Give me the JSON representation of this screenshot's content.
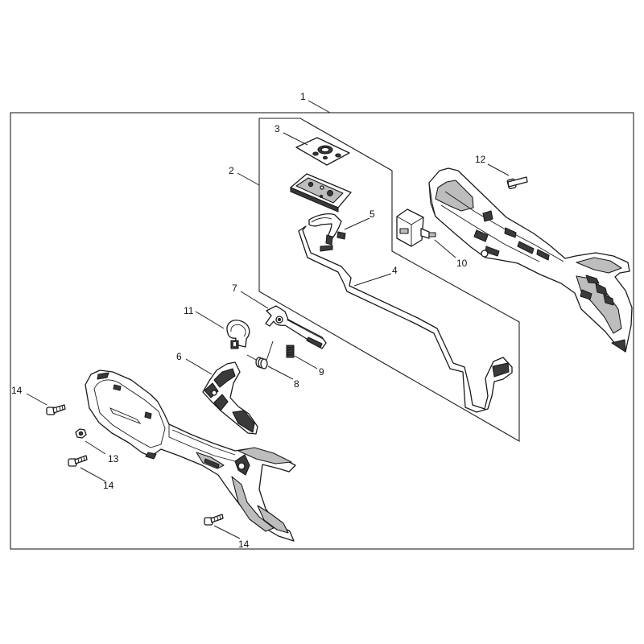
{
  "diagram": {
    "labels": {
      "p1": "1",
      "p2": "2",
      "p3": "3",
      "p4": "4",
      "p5": "5",
      "p6": "6",
      "p7": "7",
      "p8": "8",
      "p9": "9",
      "p10": "10",
      "p11": "11",
      "p12": "12",
      "p13": "13",
      "p14a": "14",
      "p14b": "14",
      "p14c": "14"
    }
  }
}
